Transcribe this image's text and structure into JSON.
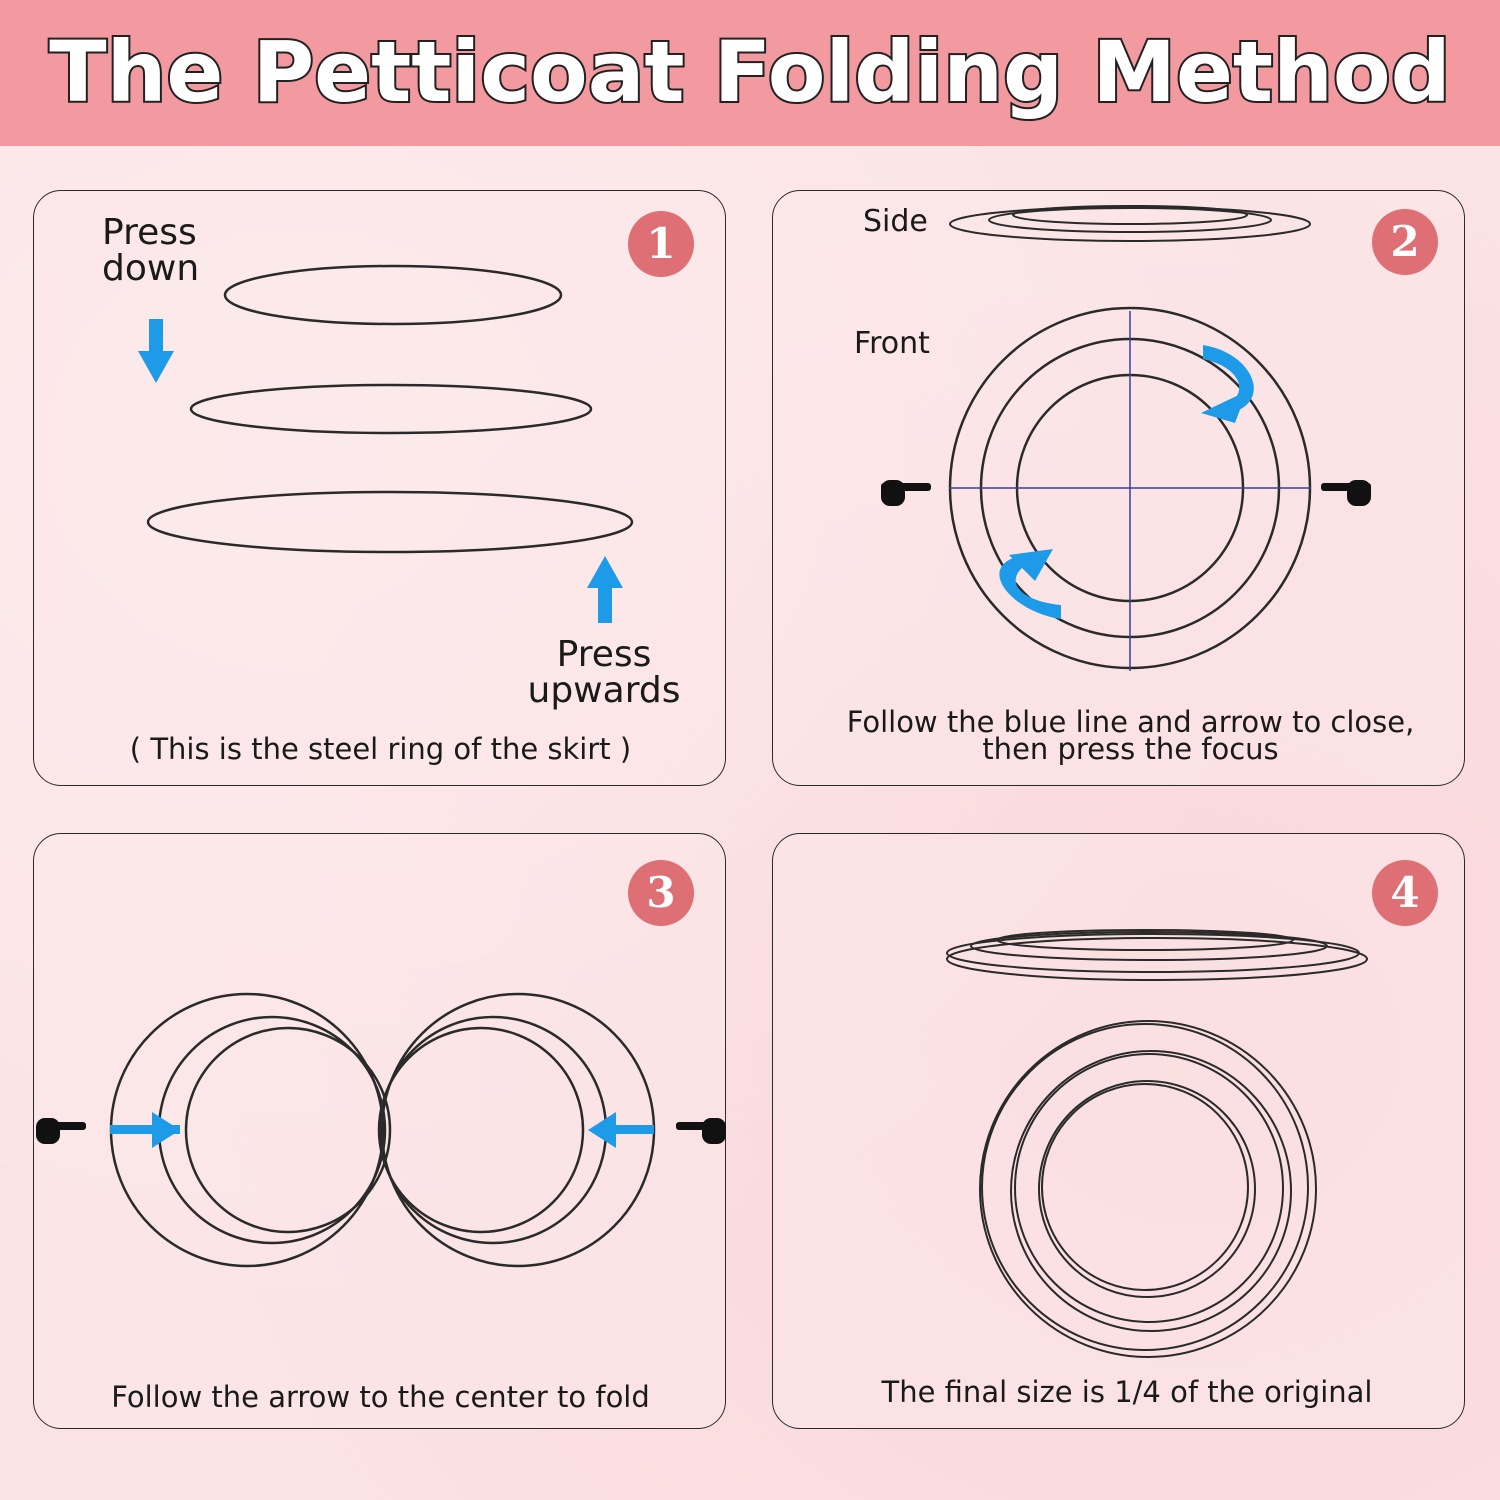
{
  "header": {
    "title": "The Petticoat Folding Method"
  },
  "steps": [
    {
      "number": "1",
      "press_down": "Press\ndown",
      "press_upwards": "Press\nupwards",
      "caption": "( This is the steel ring of the skirt )"
    },
    {
      "number": "2",
      "side_label": "Side",
      "front_label": "Front",
      "caption": "Follow the blue line and arrow to close,\nthen press the focus"
    },
    {
      "number": "3",
      "caption": "Follow the arrow to the center to fold"
    },
    {
      "number": "4",
      "caption": "The final size is 1/4 of the original"
    }
  ],
  "icons": {
    "down_arrow": "down-arrow-icon",
    "up_arrow": "up-arrow-icon",
    "curved_arrow": "curved-arrow-icon",
    "right_arrow": "right-arrow-icon",
    "pointing_hand": "pointing-hand-icon"
  },
  "colors": {
    "header_bg": "#f29aa0",
    "badge": "#de6f74",
    "arrow_blue": "#1e9be8",
    "guide_line": "#3b3f9a"
  }
}
